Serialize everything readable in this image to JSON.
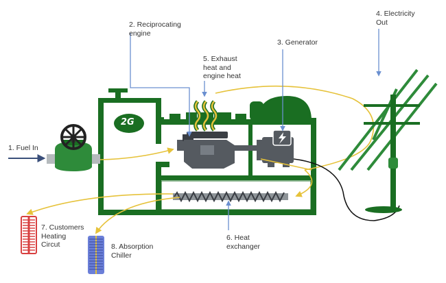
{
  "labels": {
    "fuel_in": "1. Fuel In",
    "engine": "2. Reciprocating\nengine",
    "generator": "3. Generator",
    "electricity_out": "4. Electricity\nOut",
    "exhaust_heat": "5. Exhaust\nheat and\nengine heat",
    "heat_exchanger": "6. Heat\nexchanger",
    "customers_heating": "7. Customers\nHeating\nCircut",
    "absorption_chiller": "8. Absorption\nChiller"
  },
  "logo": {
    "text": "2G",
    "mark": "®"
  },
  "icons": [
    "valve-wheel-icon",
    "engine-block-icon",
    "lightning-icon",
    "heat-wave-icon",
    "power-pole-icon",
    "radiator-icon",
    "chiller-icon"
  ],
  "colors": {
    "plant_green": "#1a6e22",
    "valve_green": "#2e8b3a",
    "pipe_yellow": "#e6c23a",
    "arrow_blue": "#6a8fd0",
    "fuel_arrow": "#3a4f7a",
    "wire_black": "#111111",
    "radiator_red": "#d84040",
    "chiller_blue": "#6b7fd8",
    "machine_gray": "#555a60"
  }
}
